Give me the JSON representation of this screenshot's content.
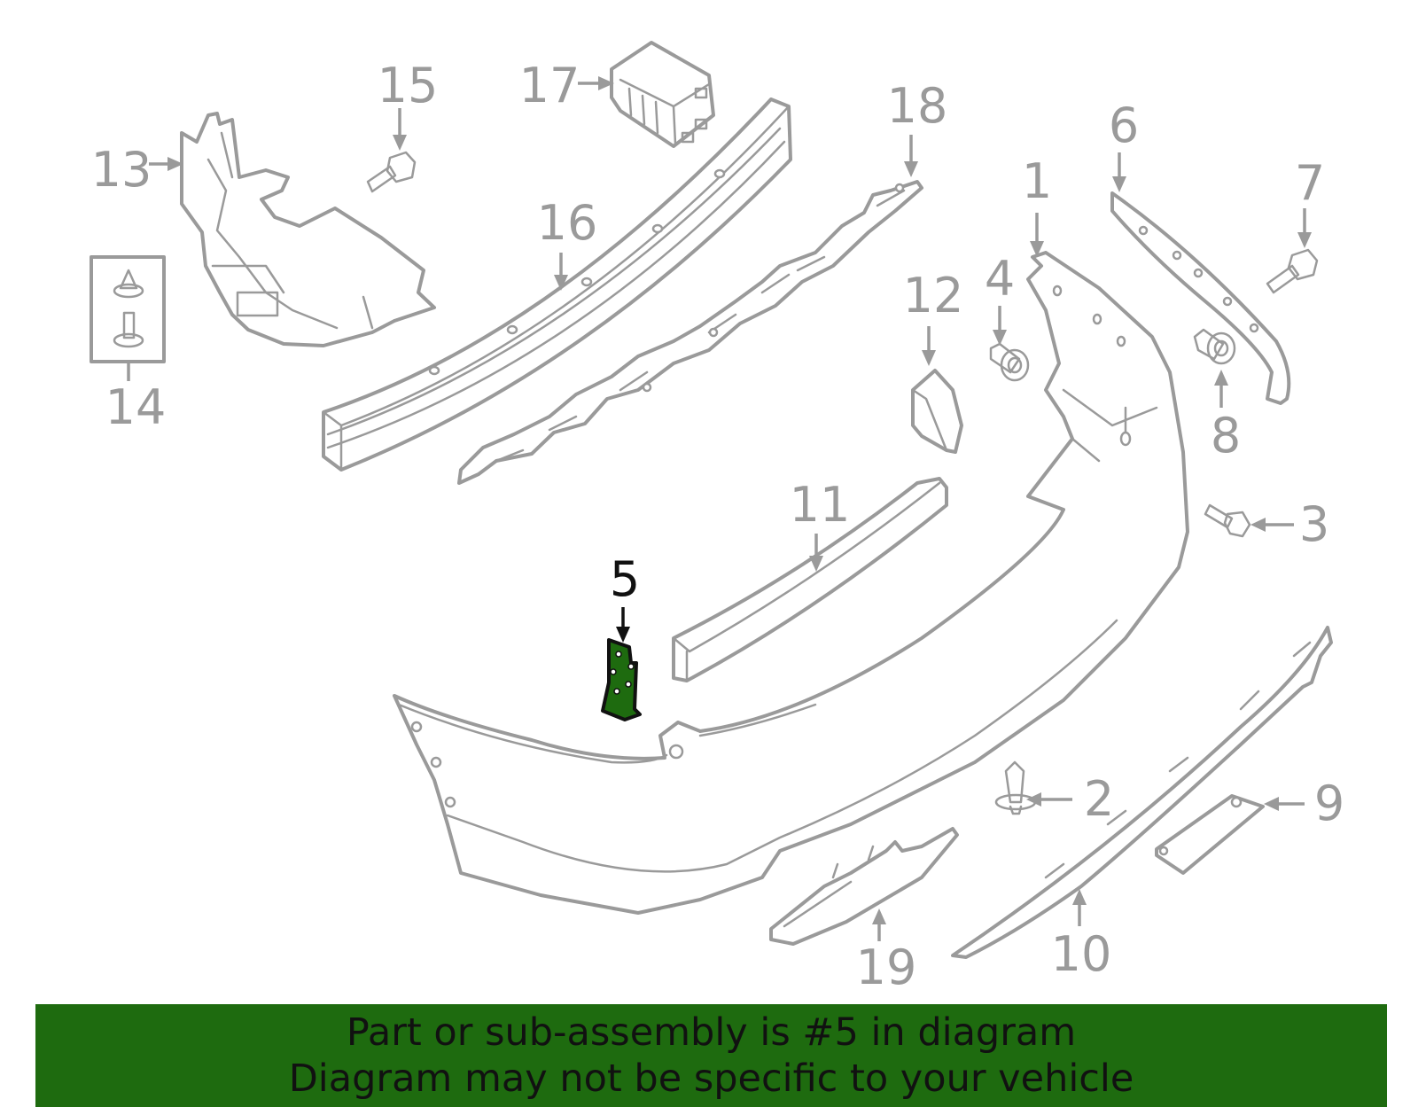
{
  "banner": {
    "line1": "Part or sub-assembly is #5 in diagram",
    "line2": "Diagram may not be specific to your vehicle",
    "background_color": "#1e6b0f",
    "text_color": "#111111"
  },
  "diagram": {
    "highlighted_part": "5",
    "highlight_color": "#1e6b0f",
    "line_color": "#9a9a9a",
    "callouts": [
      "1",
      "2",
      "3",
      "4",
      "5",
      "6",
      "7",
      "8",
      "9",
      "10",
      "11",
      "12",
      "13",
      "14",
      "15",
      "16",
      "17",
      "18",
      "19"
    ]
  }
}
